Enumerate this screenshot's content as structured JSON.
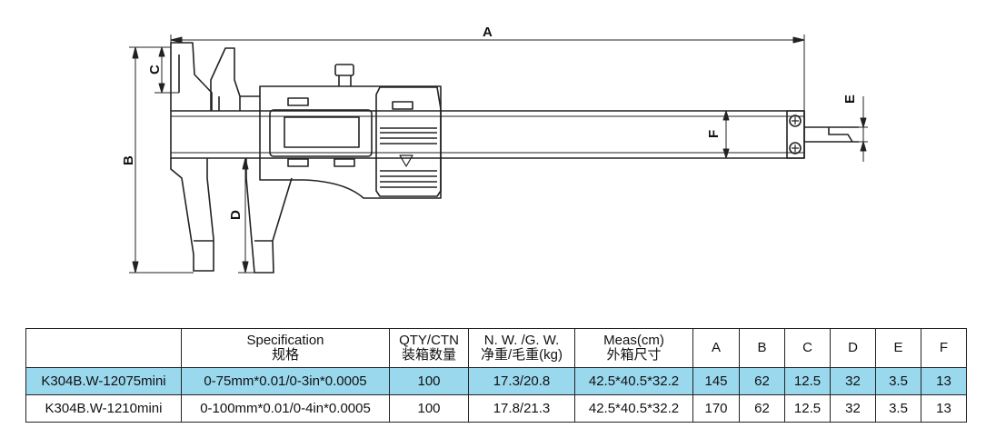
{
  "drawing": {
    "dimension_labels": {
      "a": "A",
      "b": "B",
      "c": "C",
      "d": "D",
      "e": "E",
      "f": "F"
    }
  },
  "table": {
    "headers": {
      "model": "",
      "spec_en": "Specification",
      "spec_cn": "规格",
      "qty_en": "QTY/CTN",
      "qty_cn": "装箱数量",
      "weight_en": "N. W. /G. W.",
      "weight_cn": "净重/毛重(kg)",
      "meas_en": "Meas(cm)",
      "meas_cn": "外箱尺寸",
      "a": "A",
      "b": "B",
      "c": "C",
      "d": "D",
      "e": "E",
      "f": "F"
    },
    "rows": [
      {
        "model": "K304B.W-12075mini",
        "spec": "0-75mm*0.01/0-3in*0.0005",
        "qty": "100",
        "weight": "17.3/20.8",
        "meas": "42.5*40.5*32.2",
        "a": "145",
        "b": "62",
        "c": "12.5",
        "d": "32",
        "e": "3.5",
        "f": "13"
      },
      {
        "model": "K304B.W-1210mini",
        "spec": "0-100mm*0.01/0-4in*0.0005",
        "qty": "100",
        "weight": "17.8/21.3",
        "meas": "42.5*40.5*32.2",
        "a": "170",
        "b": "62",
        "c": "12.5",
        "d": "32",
        "e": "3.5",
        "f": "13"
      }
    ],
    "highlight_color": "#9ad8ee"
  }
}
